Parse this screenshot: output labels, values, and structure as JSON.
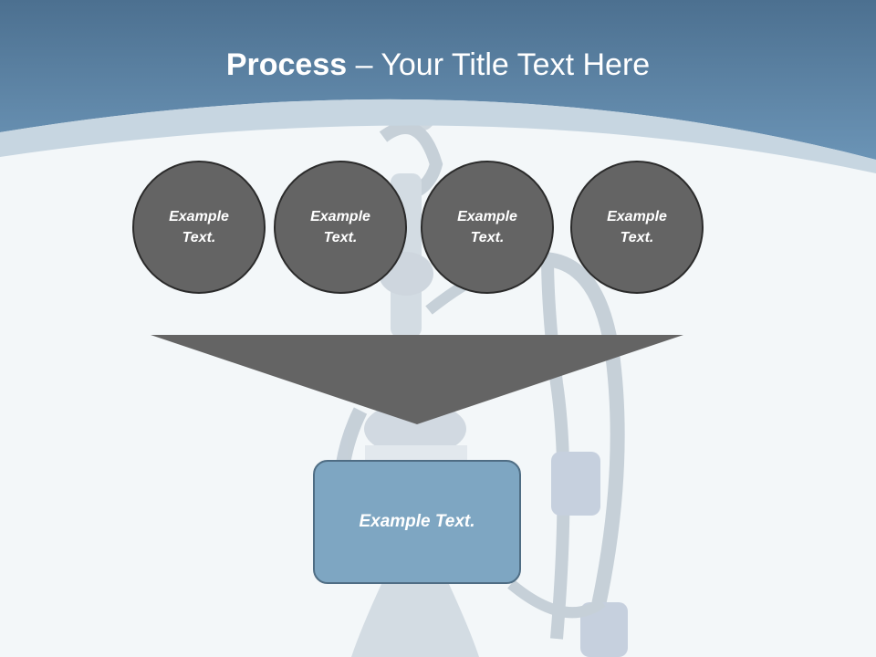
{
  "slide": {
    "title_bold": "Process",
    "title_rest": " – Your Title Text Here",
    "steps": [
      {
        "label": "Example Text."
      },
      {
        "label": "Example Text."
      },
      {
        "label": "Example Text."
      },
      {
        "label": "Example Text."
      }
    ],
    "result": {
      "label": "Example Text."
    }
  },
  "colors": {
    "header_blue": "#5d87a8",
    "circle_fill": "#646464",
    "funnel_fill": "#646464",
    "result_fill": "#7ea6c2",
    "background": "#f3f7f9"
  }
}
